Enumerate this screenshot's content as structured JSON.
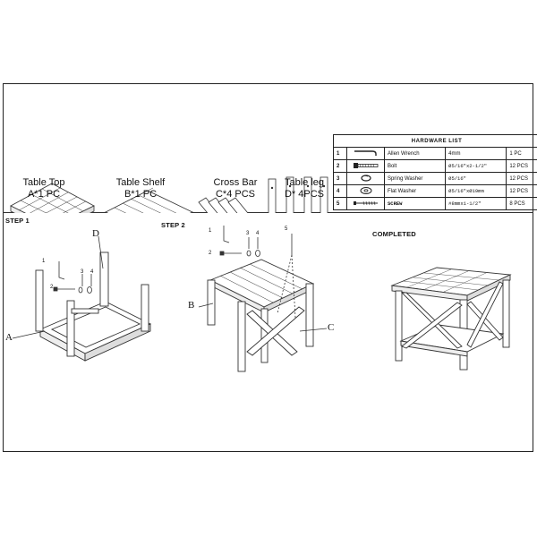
{
  "parts": [
    {
      "name": "Table Top",
      "qty": "A*1 PC"
    },
    {
      "name": "Table Shelf",
      "qty": "B*1 PC"
    },
    {
      "name": "Cross Bar",
      "qty": "C*4 PCS"
    },
    {
      "name": "Table leg",
      "qty": "D* 4PCS"
    }
  ],
  "hardware": {
    "title": "HARDWARE   LIST",
    "rows": [
      {
        "no": "1",
        "icon": "allen-wrench-icon",
        "name": "Allen Wrench",
        "size": "4mm",
        "qty": "1 PC"
      },
      {
        "no": "2",
        "icon": "bolt-icon",
        "name": "Bolt",
        "size": "Ø5/16\"x2-1/2\"",
        "qty": "12 PCS"
      },
      {
        "no": "3",
        "icon": "spring-washer-icon",
        "name": "Spring Washer",
        "size": "Ø5/16\"",
        "qty": "12 PCS"
      },
      {
        "no": "4",
        "icon": "flat-washer-icon",
        "name": "Flat Washer",
        "size": "Ø5/16\"xØ19mm",
        "qty": "12 PCS"
      },
      {
        "no": "5",
        "icon": "screw-icon",
        "name": "SCREW",
        "size": "#8mmx1-1/2\"",
        "qty": "8 PCS"
      }
    ]
  },
  "steps": {
    "step1": "STEP 1",
    "step2": "STEP 2",
    "completed": "COMPLETED"
  },
  "callouts": {
    "a": "A",
    "b": "B",
    "c": "C",
    "d": "D",
    "n1": "1",
    "n2": "2",
    "n3": "3",
    "n4": "4",
    "n5": "5"
  }
}
